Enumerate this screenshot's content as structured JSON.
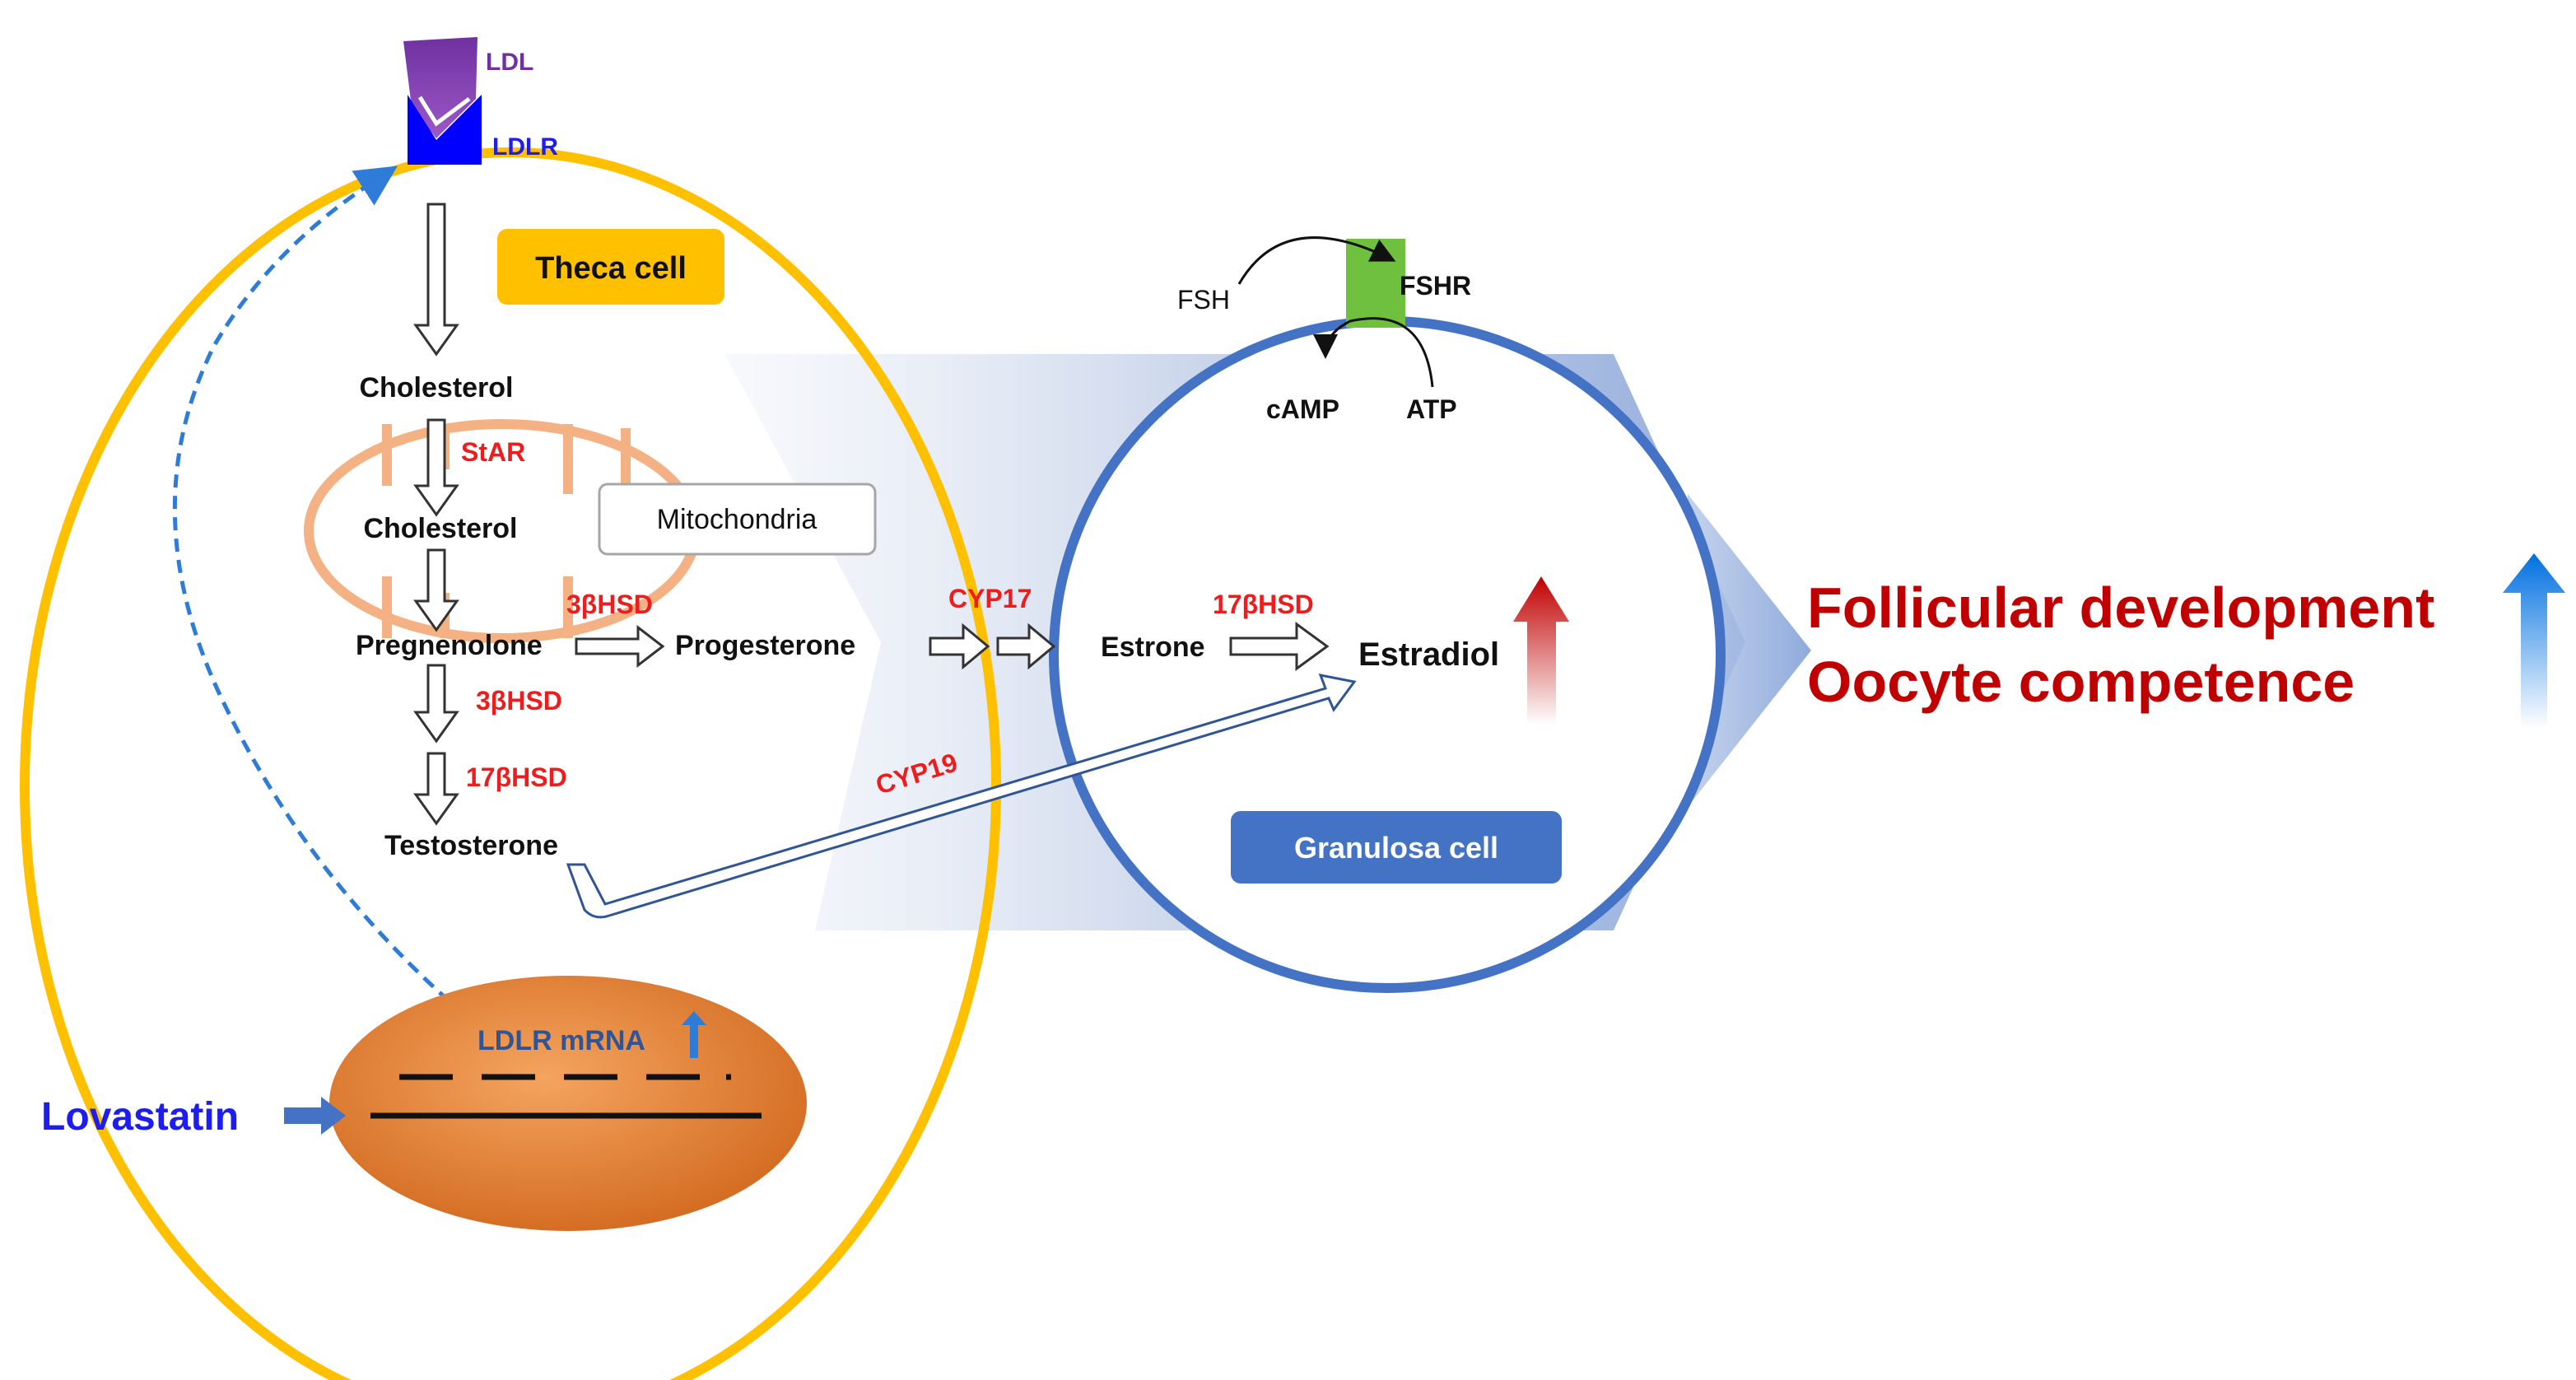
{
  "receptors": {
    "ldl": "LDL",
    "ldlr": "LDLR"
  },
  "theca": {
    "title": "Theca cell",
    "cholesterol_1": "Cholesterol",
    "cholesterol_2": "Cholesterol",
    "mitochondria": "Mitochondria",
    "pregnenolone": "Pregnenolone",
    "progesterone": "Progesterone",
    "testosterone": "Testosterone",
    "star": "StAR",
    "hsd3b_a": "3βHSD",
    "hsd3b_b": "3βHSD",
    "hsd17b_a": "17βHSD",
    "ldlr_mrna": "LDLR mRNA"
  },
  "transfer": {
    "cyp17": "CYP17",
    "cyp19": "CYP19"
  },
  "granulosa": {
    "title": "Granulosa cell",
    "fsh": "FSH",
    "fshr": "FSHR",
    "camp": "cAMP",
    "atp": "ATP",
    "estrone": "Estrone",
    "estradiol": "Estradiol",
    "hsd17b": "17βHSD"
  },
  "drug": "Lovastatin",
  "outcomes": {
    "line1": "Follicular development",
    "line2": "Oocyte competence"
  },
  "colors": {
    "theca_border": "#ffc000",
    "granulosa_border": "#4472c4",
    "enzyme": "#ee1c1c",
    "outcome": "#c00000",
    "ldl": "#7030a0",
    "ldlr": "#0000ff",
    "fshr": "#70c040",
    "nucleus": "#e07b39"
  }
}
